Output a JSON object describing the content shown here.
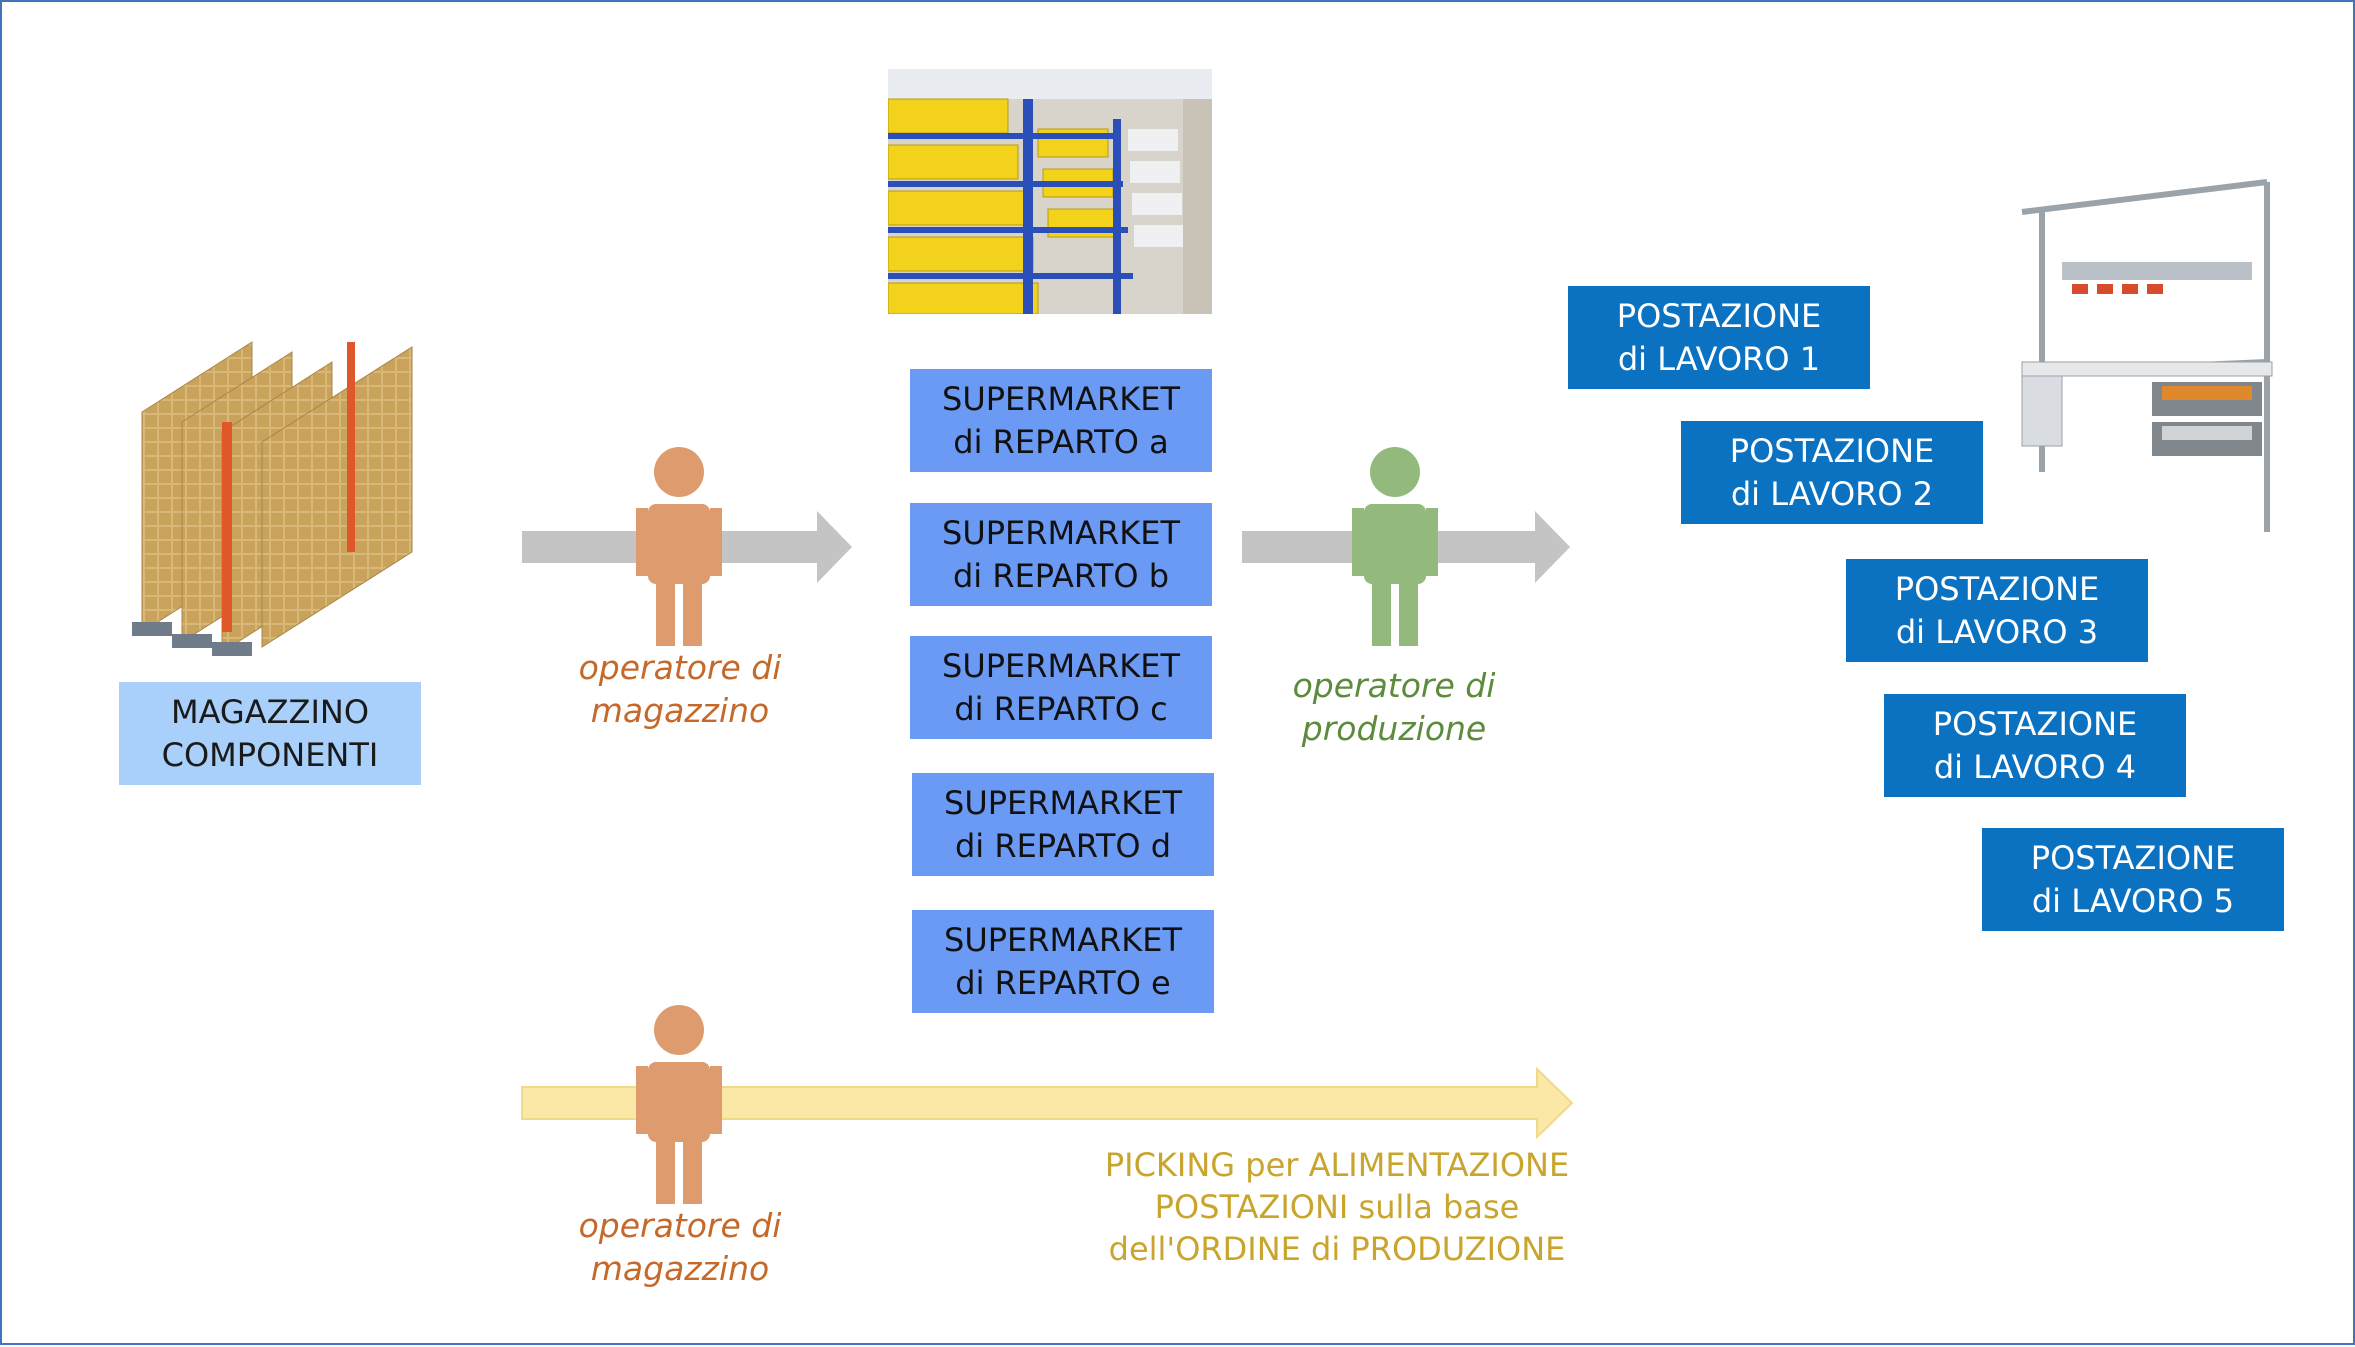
{
  "colors": {
    "frame": "#3f74b8",
    "store_box": "#a8d0fb",
    "supermarket_box": "#6b9af5",
    "workstation_box": "#0b72c2",
    "arrow_grey": "#c4c4c4",
    "arrow_yellow": "#fbe8a6",
    "warehouse_operator": "#dd9b6e",
    "production_operator": "#94b97c",
    "warehouse_caption": "#c5692b",
    "production_caption": "#5c8b3c",
    "picking_text": "#c9a52d"
  },
  "warehouse": {
    "label": "MAGAZZINO\nCOMPONENTI",
    "image": "automated-warehouse-rack-illustration"
  },
  "supermarket_photo": {
    "image": "shelves-with-yellow-bins-photo"
  },
  "workbench_photo": {
    "image": "assembly-workbench-photo"
  },
  "operators": {
    "warehouse_top": {
      "caption": "operatore di\nmagazzino",
      "icon": "person-icon"
    },
    "production": {
      "caption": "operatore di\nproduzione",
      "icon": "person-icon"
    },
    "warehouse_bottom": {
      "caption": "operatore di\nmagazzino",
      "icon": "person-icon"
    }
  },
  "supermarkets": [
    {
      "label": "SUPERMARKET\ndi REPARTO  a"
    },
    {
      "label": "SUPERMARKET\ndi REPARTO  b"
    },
    {
      "label": "SUPERMARKET\ndi REPARTO  c"
    },
    {
      "label": "SUPERMARKET\ndi REPARTO  d"
    },
    {
      "label": "SUPERMARKET\ndi REPARTO e"
    }
  ],
  "workstations": [
    {
      "label": "POSTAZIONE\ndi LAVORO 1"
    },
    {
      "label": "POSTAZIONE\ndi LAVORO 2"
    },
    {
      "label": "POSTAZIONE\ndi LAVORO 3"
    },
    {
      "label": "POSTAZIONE\ndi LAVORO 4"
    },
    {
      "label": "POSTAZIONE\ndi LAVORO 5"
    }
  ],
  "picking": {
    "label": "PICKING per ALIMENTAZIONE\nPOSTAZIONI sulla base\ndell'ORDINE di PRODUZIONE"
  }
}
